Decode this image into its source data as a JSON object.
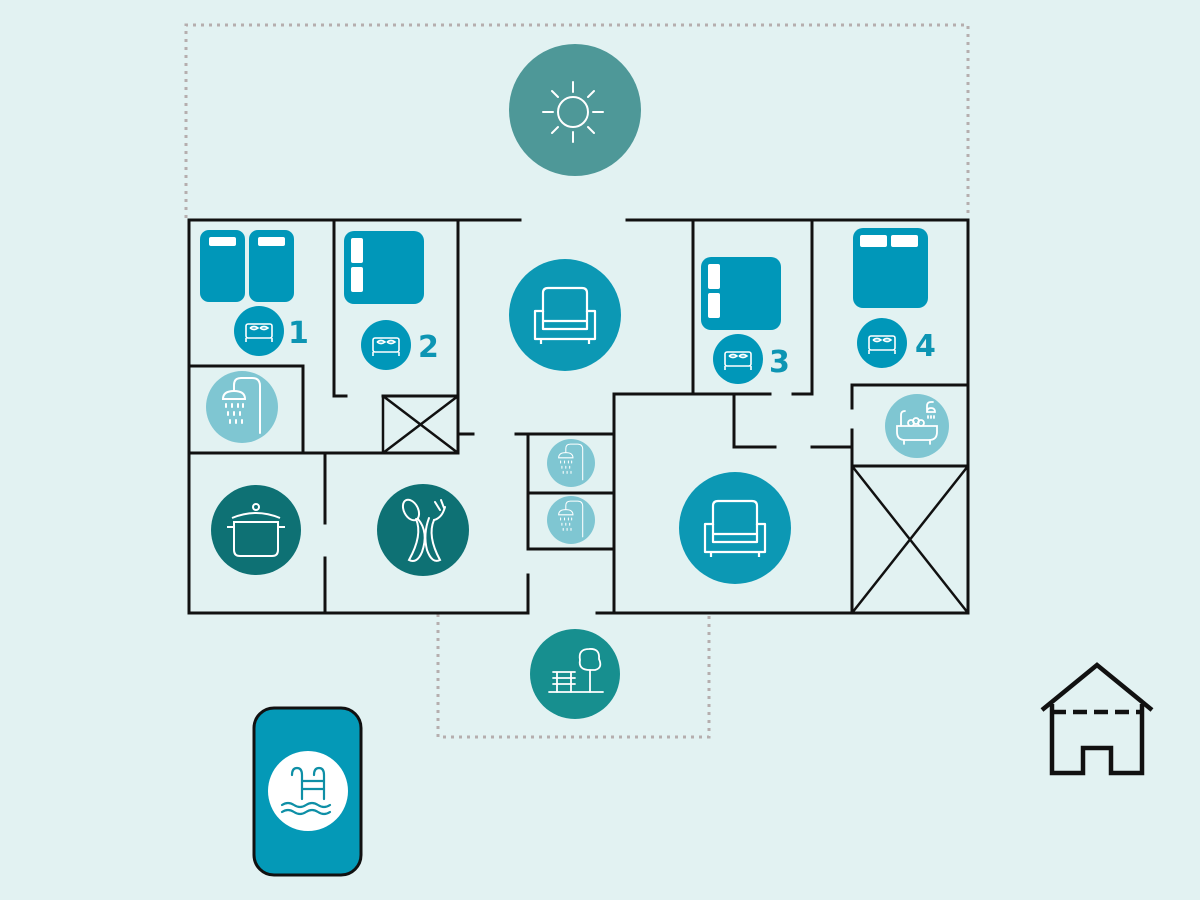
{
  "colors": {
    "background": "#e2f2f2",
    "wall": "#111111",
    "bed": "#0097b9",
    "living": "#0c98b4",
    "dining": "#0e7174",
    "terrace": "#4e9898",
    "garden": "#178f8f",
    "bath": "#7fc6d2",
    "pool_frame": "#0499b7",
    "room_number": "#0d95b3",
    "dashed": "#b5aeae"
  },
  "rooms": {
    "bedroom_1": {
      "number": "1",
      "icon": "bed-icon"
    },
    "bedroom_2": {
      "number": "2",
      "icon": "bed-icon"
    },
    "bedroom_3": {
      "number": "3",
      "icon": "bed-icon"
    },
    "bedroom_4": {
      "number": "4",
      "icon": "bed-icon"
    },
    "terrace": {
      "icon": "sun-icon"
    },
    "living_room": {
      "icon": "armchair-icon"
    },
    "living_room_2": {
      "icon": "armchair-icon"
    },
    "kitchen": {
      "icon": "cooking-pot-icon"
    },
    "dining": {
      "icon": "fork-spoon-icon"
    },
    "garden": {
      "icon": "garden-bench-tree-icon"
    },
    "pool": {
      "icon": "pool-ladder-icon"
    },
    "shower_rooms": {
      "icon": "shower-icon"
    },
    "bathroom": {
      "icon": "bathtub-icon"
    },
    "legend": {
      "icon": "house-icon"
    }
  }
}
